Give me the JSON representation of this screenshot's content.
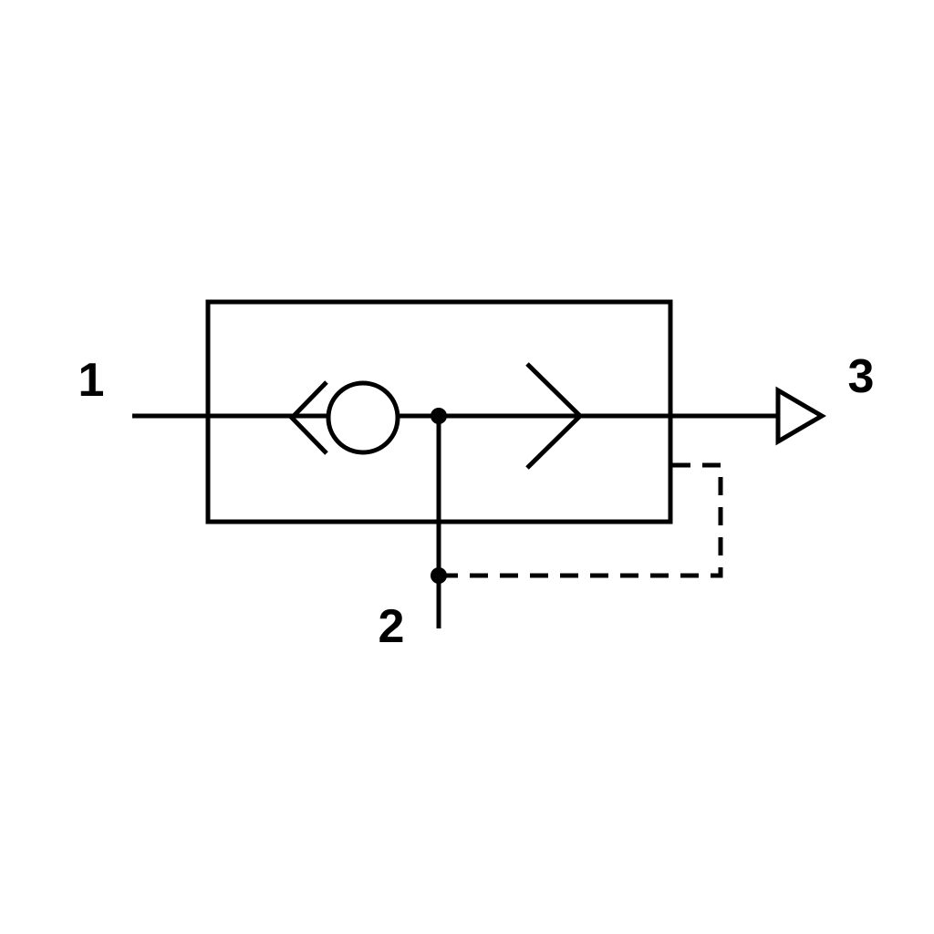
{
  "diagram": {
    "symbol_type": "quick-exhaust-valve-schematic",
    "ports": {
      "inlet": {
        "label": "1"
      },
      "outlet": {
        "label": "2"
      },
      "exhaust": {
        "label": "3"
      }
    },
    "colors": {
      "line": "#000000",
      "background": "#ffffff"
    }
  }
}
